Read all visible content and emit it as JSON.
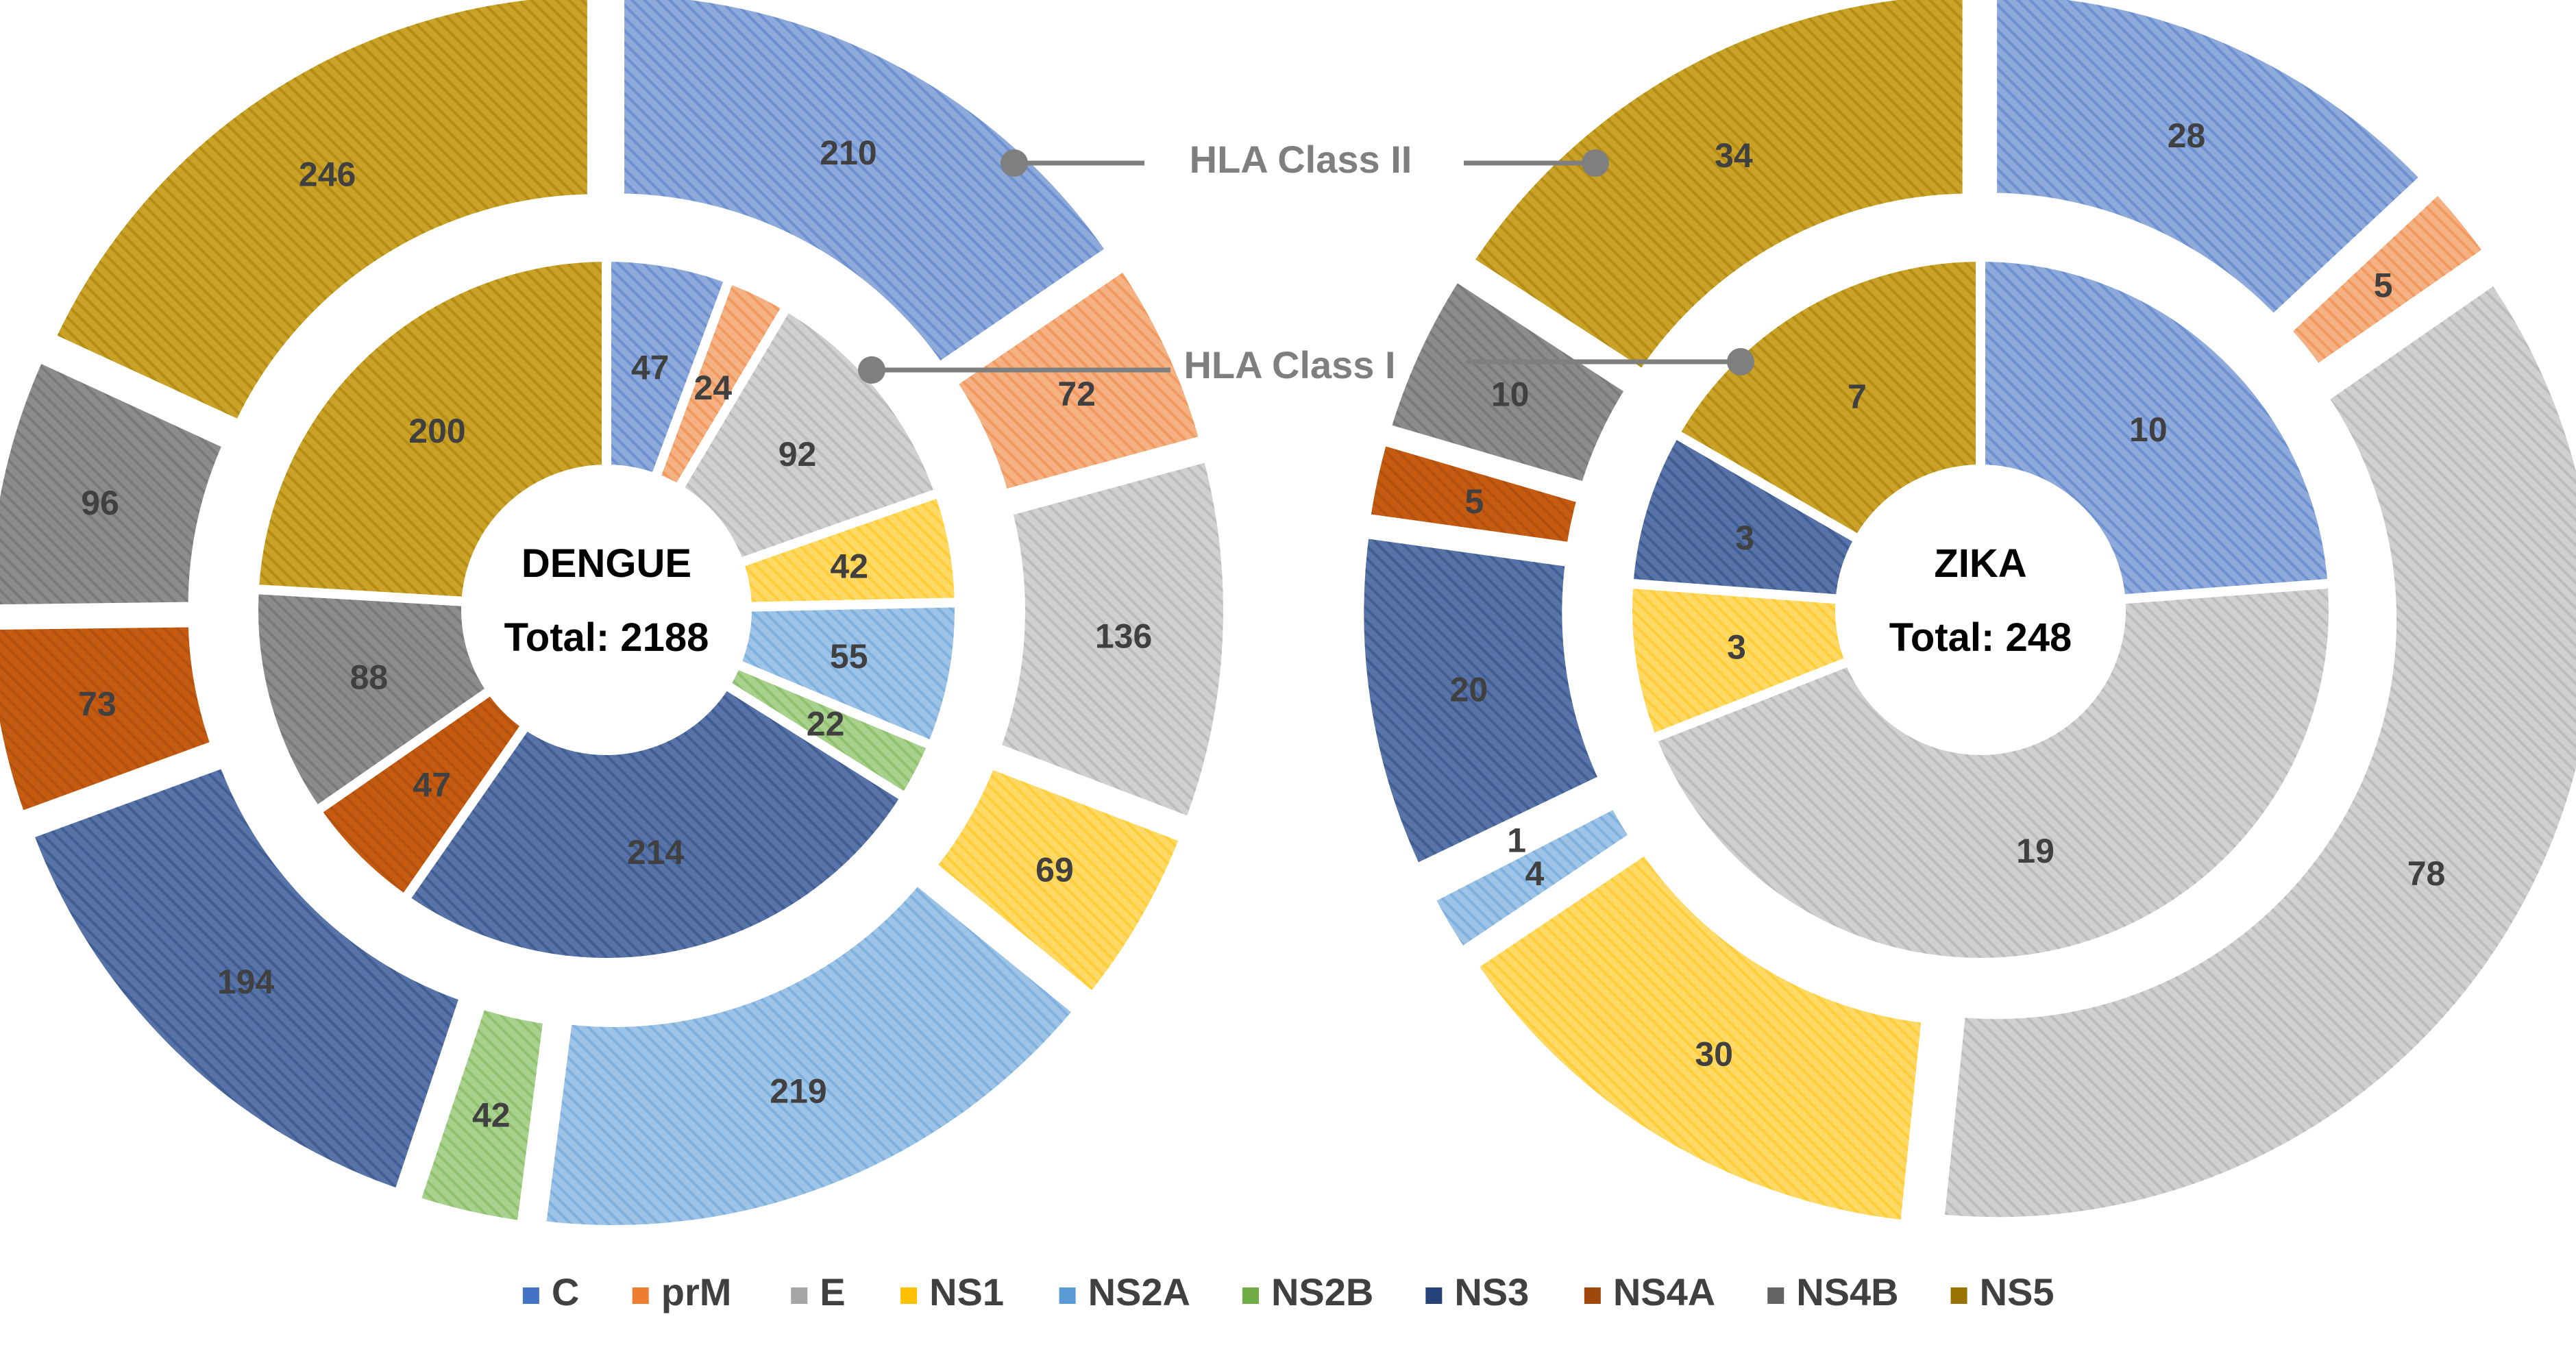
{
  "chart_data": [
    {
      "type": "pie",
      "subtype": "doughnut",
      "center_title": "DENGUE",
      "center_total": "Total: 2188",
      "categories": [
        "C",
        "prM",
        "E",
        "NS1",
        "NS2A",
        "NS2B",
        "NS3",
        "NS4A",
        "NS4B",
        "NS5"
      ],
      "series": [
        {
          "name": "HLA Class I",
          "ring": "inner",
          "values": [
            47,
            24,
            92,
            42,
            55,
            22,
            214,
            47,
            88,
            200
          ]
        },
        {
          "name": "HLA Class II",
          "ring": "outer",
          "values": [
            210,
            72,
            136,
            69,
            219,
            42,
            194,
            73,
            96,
            246
          ]
        }
      ]
    },
    {
      "type": "pie",
      "subtype": "doughnut",
      "center_title": "ZIKA",
      "center_total": "Total: 248",
      "categories": [
        "C",
        "prM",
        "E",
        "NS1",
        "NS2A",
        "NS2B",
        "NS3",
        "NS4A",
        "NS4B",
        "NS5"
      ],
      "series": [
        {
          "name": "HLA Class I",
          "ring": "inner",
          "values": [
            10,
            0,
            19,
            3,
            0,
            0,
            3,
            0,
            0,
            7
          ]
        },
        {
          "name": "HLA Class II",
          "ring": "outer",
          "values": [
            28,
            5,
            78,
            30,
            4,
            1,
            20,
            5,
            10,
            34
          ]
        }
      ]
    }
  ],
  "callouts": {
    "class_ii": "HLA Class II",
    "class_i": "HLA Class I"
  },
  "legend": {
    "position": "bottom",
    "items": [
      {
        "label": "C",
        "color": "#4472c4"
      },
      {
        "label": "prM",
        "color": "#ed7d31"
      },
      {
        "label": "E",
        "color": "#a5a5a5"
      },
      {
        "label": "NS1",
        "color": "#ffc000"
      },
      {
        "label": "NS2A",
        "color": "#5b9bd5"
      },
      {
        "label": "NS2B",
        "color": "#70ad47"
      },
      {
        "label": "NS3",
        "color": "#264478"
      },
      {
        "label": "NS4A",
        "color": "#9e480e"
      },
      {
        "label": "NS4B",
        "color": "#636363"
      },
      {
        "label": "NS5",
        "color": "#997300"
      }
    ]
  },
  "fills": {
    "C": "#8eaadb",
    "prM": "#f4b183",
    "E": "#d0d0d0",
    "NS1": "#ffd966",
    "NS2A": "#9dc3e6",
    "NS2B": "#a9d18e",
    "NS3": "#5773a8",
    "NS4A": "#c55a11",
    "NS4B": "#8c8c8c",
    "NS5": "#c9a227"
  }
}
